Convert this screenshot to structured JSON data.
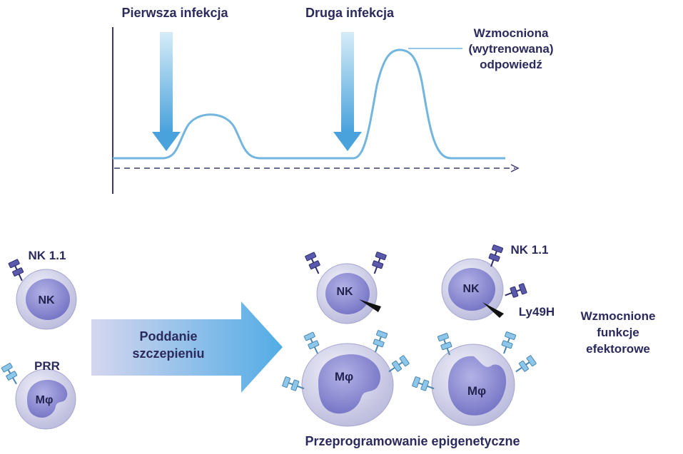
{
  "colors": {
    "text": "#2b2a5c",
    "curve": "#6fb3dd",
    "arrow_top": "#b7ddf3",
    "arrow_bottom": "#4aa2dc",
    "axis": "#3a3a66",
    "cell_fill": "#8d8cd4",
    "cell_outer": "#d6d6ee",
    "receptor_nk": "#4a4a9a",
    "receptor_prr": "#7fb8dd",
    "big_arrow_start": "#cfd2ee",
    "big_arrow_end": "#57aee4"
  },
  "graph": {
    "first_infection": "Pierwsza infekcja",
    "second_infection": "Druga infekcja",
    "enhanced_response": [
      "Wzmocniona",
      "(wytrenowana)",
      "odpowiedź"
    ]
  },
  "before": {
    "nk_receptor": "NK 1.1",
    "nk_cell": "NK",
    "prr_receptor": "PRR",
    "macrophage": "Mφ"
  },
  "vaccination_arrow": [
    "Poddanie",
    "szczepieniu"
  ],
  "after": {
    "nk_cell_left": "NK",
    "nk_cell_right": "NK",
    "nk_receptor": "NK 1.1",
    "ly49h": "Ly49H",
    "macrophage_left": "Mφ",
    "macrophage_right": "Mφ",
    "enhanced_functions": [
      "Wzmocnione",
      "funkcje",
      "efektorowe"
    ],
    "epigenetic": "Przeprogramowanie epigenetyczne"
  }
}
